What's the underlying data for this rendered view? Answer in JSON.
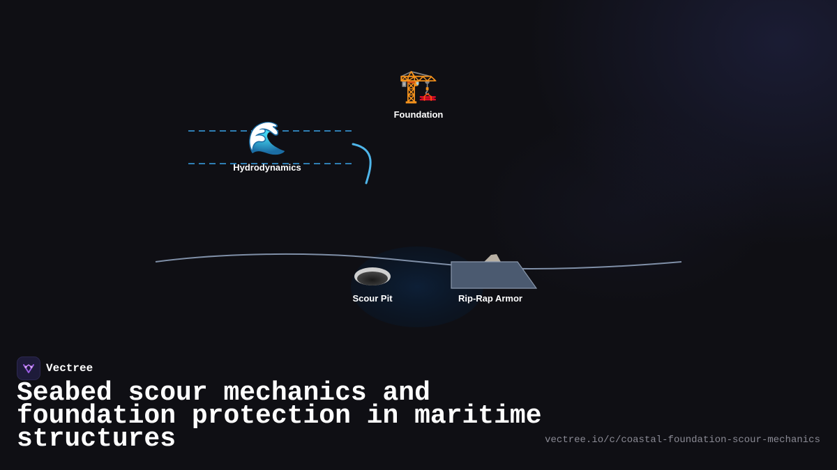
{
  "diagram": {
    "nodes": {
      "foundation": {
        "label": "Foundation",
        "icon": "construction-crane-icon",
        "glyph": "🏗️"
      },
      "hydrodynamics": {
        "label": "Hydrodynamics",
        "icon": "water-wave-icon",
        "glyph": "🌊"
      },
      "scour_pit": {
        "label": "Scour Pit",
        "icon": "pit-hole-icon"
      },
      "rip_rap": {
        "label": "Rip-Rap Armor",
        "icon": "rock-armor-icon"
      }
    },
    "colors": {
      "flow_line": "#2f7fb4",
      "curve": "#4fb6ea",
      "seabed": "#8090a8",
      "armor_fill": "#4b5a70",
      "pit_glow": "#0c1a2e"
    }
  },
  "brand": {
    "name": "Vectree",
    "icon": "vectree-logo-icon"
  },
  "title": "Seabed scour mechanics and foundation protection in maritime structures",
  "url": "vectree.io/c/coastal-foundation-scour-mechanics"
}
